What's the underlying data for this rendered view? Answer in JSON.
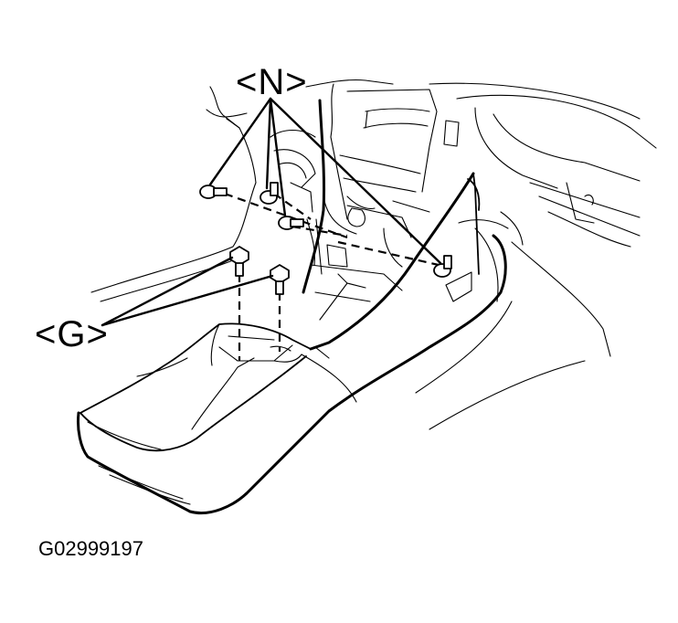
{
  "callouts": {
    "n_label": "<N>",
    "g_label": "<G>"
  },
  "figure_code": "G02999197"
}
